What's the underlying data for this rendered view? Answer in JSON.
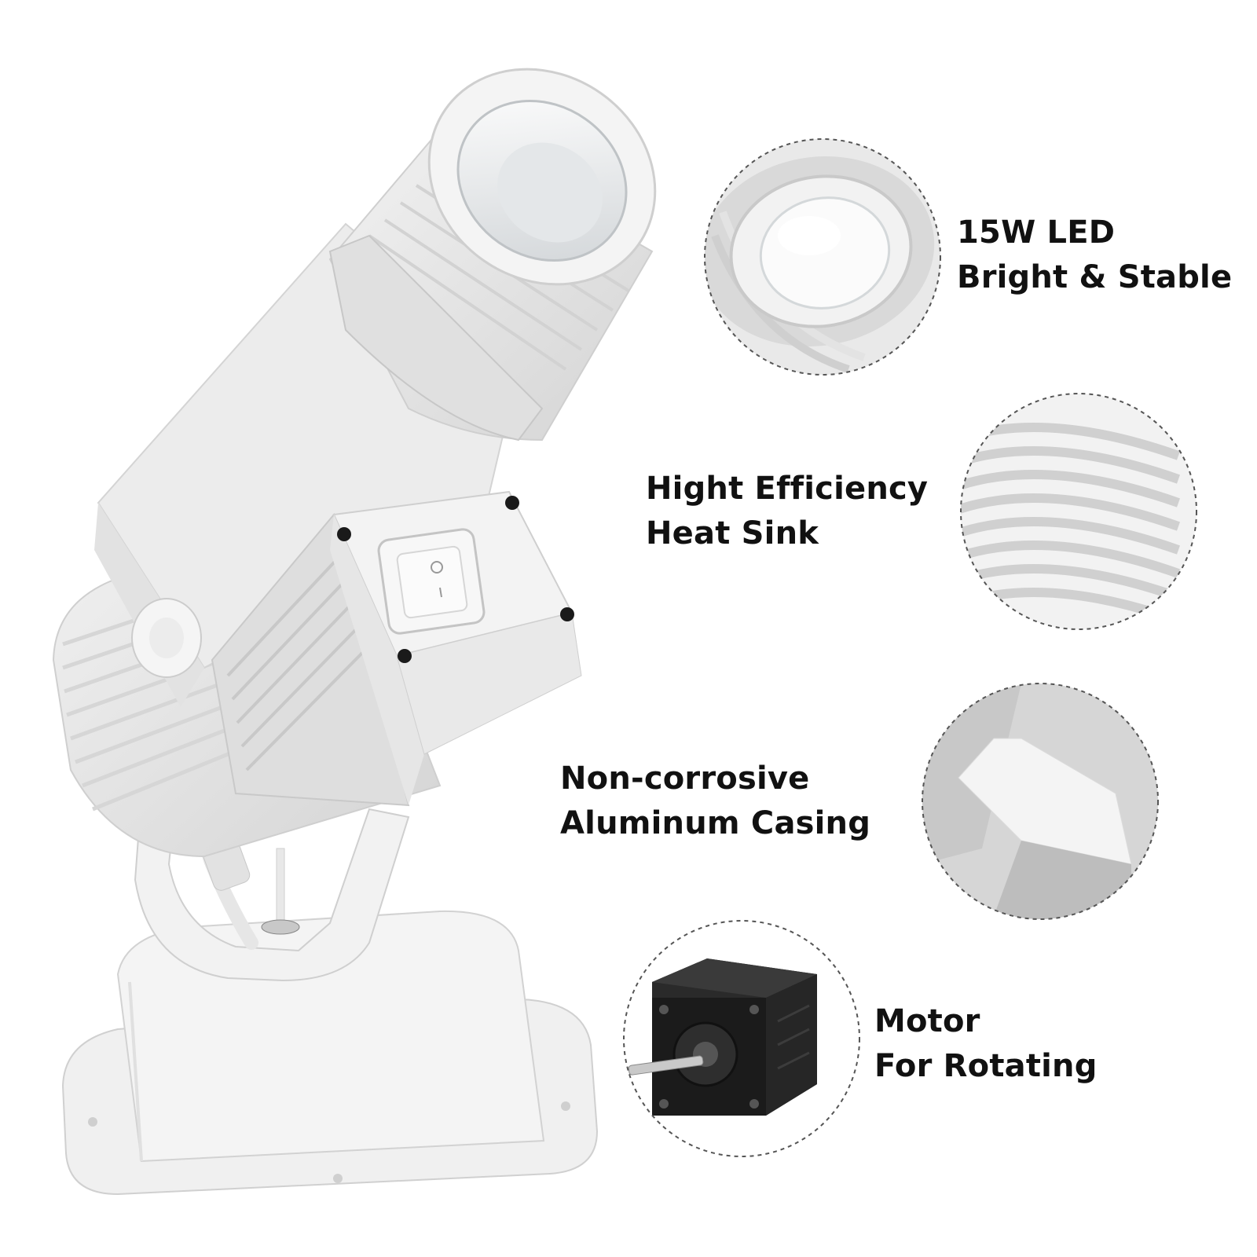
{
  "features": [
    {
      "line1": "15W LED",
      "line2": "Bright & Stable"
    },
    {
      "line1": "Hight Efficiency",
      "line2": "Heat Sink"
    },
    {
      "line1": "Non-corrosive",
      "line2": "Aluminum Casing"
    },
    {
      "line1": "Motor",
      "line2": "For Rotating"
    }
  ],
  "colors": {
    "background": "#ffffff",
    "text": "#111111",
    "product_body": "#e4e4e4",
    "motor_body": "#1e1e1e",
    "circle_border": "#555555"
  }
}
